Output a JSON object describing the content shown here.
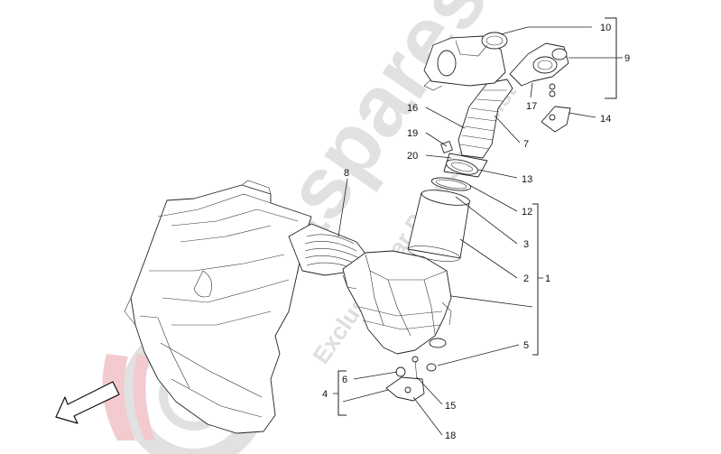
{
  "watermark": {
    "brand": "Maspares",
    "tagline": "Exclusive Car Parts Specialist",
    "colors": {
      "grey": "#c9c9c9",
      "red": "#e8a0a8"
    }
  },
  "callouts": [
    {
      "id": "10",
      "label": "10"
    },
    {
      "id": "9",
      "label": "9"
    },
    {
      "id": "14",
      "label": "14"
    },
    {
      "id": "17",
      "label": "17"
    },
    {
      "id": "16",
      "label": "16"
    },
    {
      "id": "7",
      "label": "7"
    },
    {
      "id": "19",
      "label": "19"
    },
    {
      "id": "20",
      "label": "20"
    },
    {
      "id": "13",
      "label": "13"
    },
    {
      "id": "8",
      "label": "8"
    },
    {
      "id": "12",
      "label": "12"
    },
    {
      "id": "3",
      "label": "3"
    },
    {
      "id": "2",
      "label": "2"
    },
    {
      "id": "1",
      "label": "1"
    },
    {
      "id": "5",
      "label": "5"
    },
    {
      "id": "6",
      "label": "6"
    },
    {
      "id": "4",
      "label": "4"
    },
    {
      "id": "15",
      "label": "15"
    },
    {
      "id": "18",
      "label": "18"
    }
  ],
  "icons": {
    "direction": "arrow-outline-icon"
  }
}
